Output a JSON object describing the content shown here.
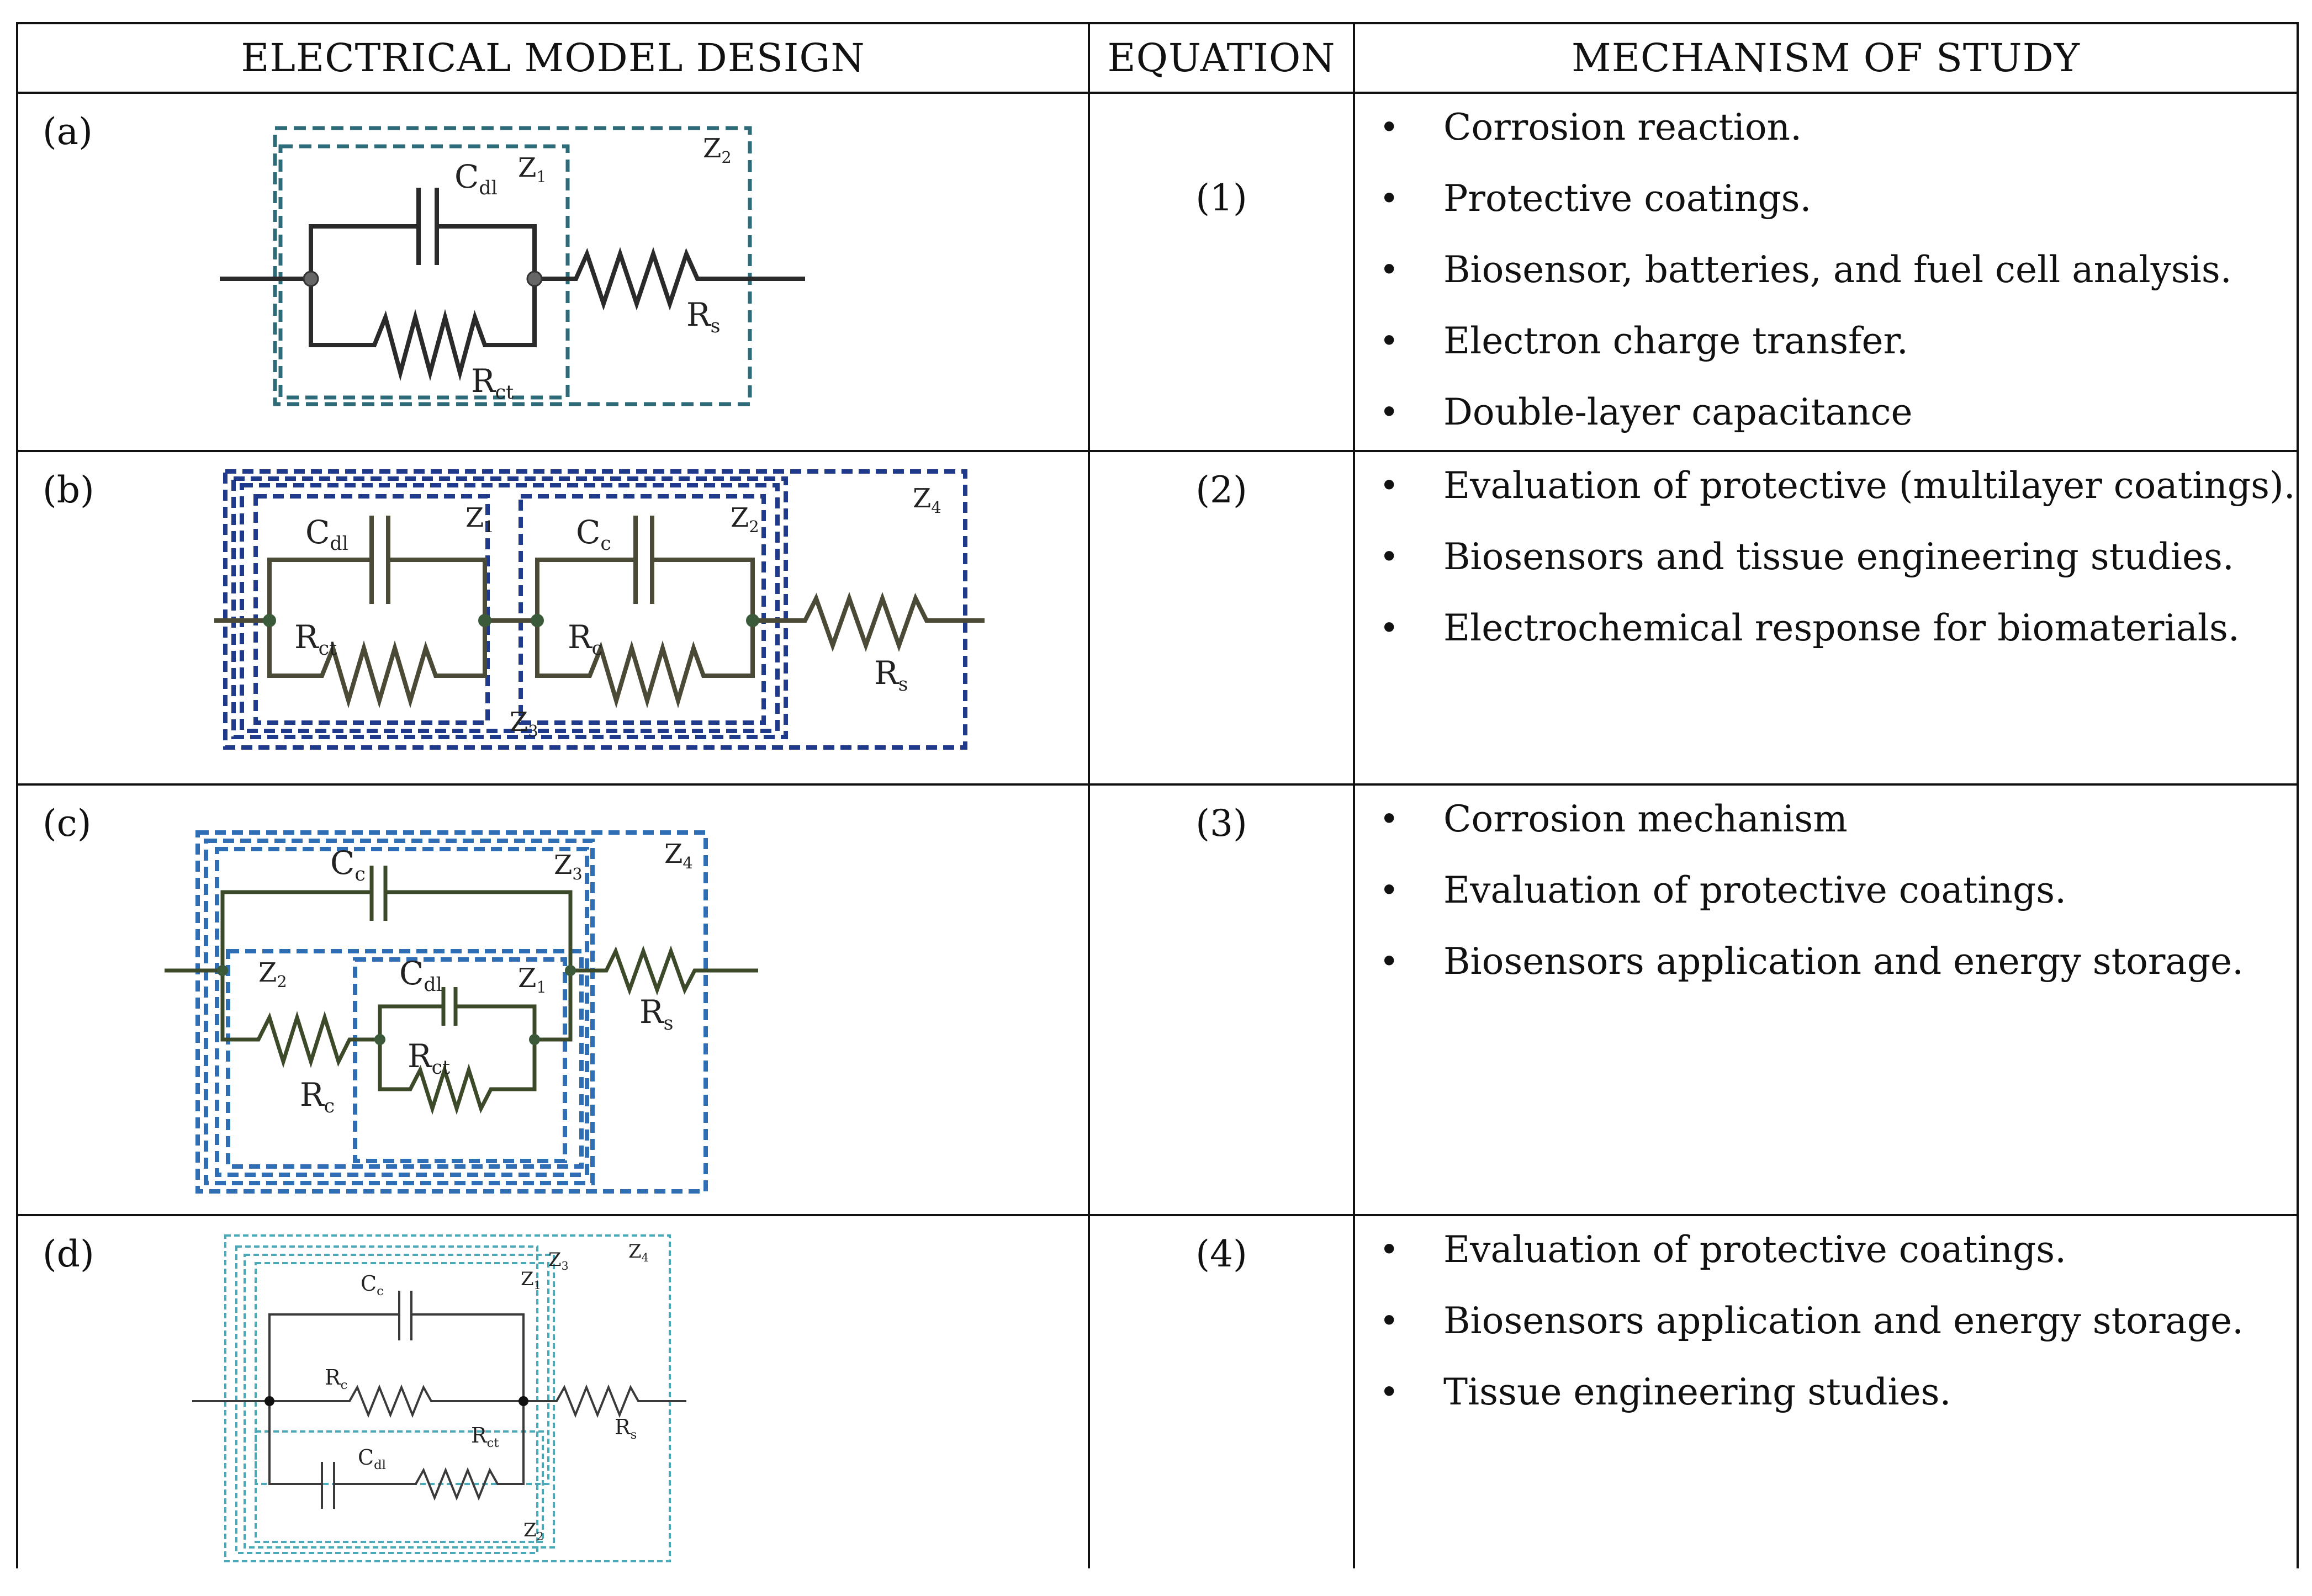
{
  "headers": {
    "design": "ELECTRICAL MODEL DESIGN",
    "equation": "EQUATION",
    "mechanism": "MECHANISM OF STUDY"
  },
  "rows": [
    {
      "label": "(a)",
      "equation": "(1)",
      "mechanisms": [
        "Corrosion reaction.",
        "Protective coatings.",
        "Biosensor, batteries, and fuel cell analysis.",
        "Electron charge transfer.",
        "Double-layer capacitance"
      ]
    },
    {
      "label": "(b)",
      "equation": "(2)",
      "mechanisms": [
        "Evaluation of protective (multilayer coatings).",
        "Biosensors and tissue engineering studies.",
        "Electrochemical response for biomaterials."
      ]
    },
    {
      "label": "(c)",
      "equation": "(3)",
      "mechanisms": [
        "Corrosion mechanism",
        "Evaluation of protective coatings.",
        "Biosensors application and energy storage."
      ]
    },
    {
      "label": "(d)",
      "equation": "(4)",
      "mechanisms": [
        "Evaluation of protective coatings.",
        "Biosensors application and energy storage.",
        "Tissue engineering studies."
      ]
    }
  ],
  "circuit_labels": {
    "cdl": "C",
    "cdl_sub": "dl",
    "cc": "C",
    "cc_sub": "c",
    "rct": "R",
    "rct_sub": "ct",
    "rc": "R",
    "rc_sub": "c",
    "rs": "R",
    "rs_sub": "s",
    "z": "Z",
    "z1_sub": "1",
    "z2_sub": "2",
    "z3_sub": "3",
    "z4_sub": "4"
  },
  "colors": {
    "wire": "#2a2a2a",
    "box_a": "#2e6b78",
    "box_b": "#1f3a8a",
    "box_c": "#2f6db5",
    "box_d": "#49a9b8"
  }
}
